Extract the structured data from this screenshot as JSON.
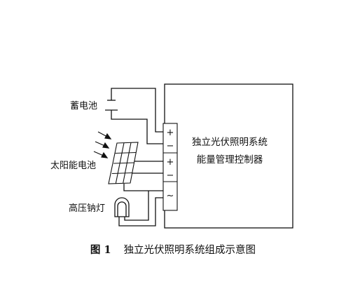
{
  "labels": {
    "battery": "蓄电池",
    "solar": "太阳能电池",
    "lamp": "高压钠灯"
  },
  "controller": {
    "line1": "独立光伏照明系统",
    "line2": "能量管理控制器"
  },
  "terminals": {
    "battery_plus": "+",
    "battery_minus": "−",
    "solar_plus": "+",
    "solar_minus": "−",
    "ac": "~"
  },
  "caption": {
    "number": "图 1",
    "title": "独立光伏照明系统组成示意图"
  }
}
